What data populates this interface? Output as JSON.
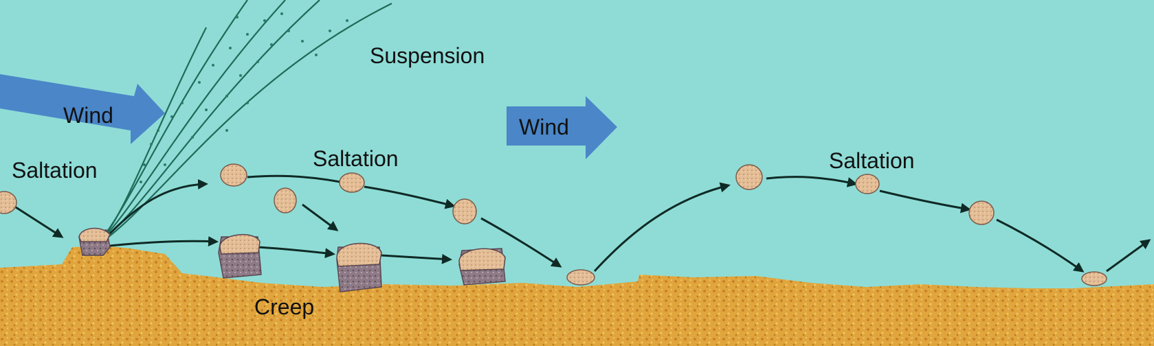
{
  "labels": {
    "wind_left": "Wind",
    "wind_center": "Wind",
    "suspension": "Suspension",
    "saltation_left": "Saltation",
    "saltation_center": "Saltation",
    "saltation_right": "Saltation",
    "creep": "Creep"
  },
  "colors": {
    "sky": "#8fdcd6",
    "wind_arrow": "#4a86c8",
    "ground_base": "#e0a53c",
    "ground_dark": "#c9822a",
    "particle": "#e3bd95",
    "particle_dark": "#8d7a86",
    "trajectory": "#0f2a25",
    "suspension_line": "#1f6a58"
  },
  "icons": [
    "wind-arrow-icon",
    "sand-grain-icon",
    "boulder-icon",
    "trajectory-arrow-icon"
  ]
}
